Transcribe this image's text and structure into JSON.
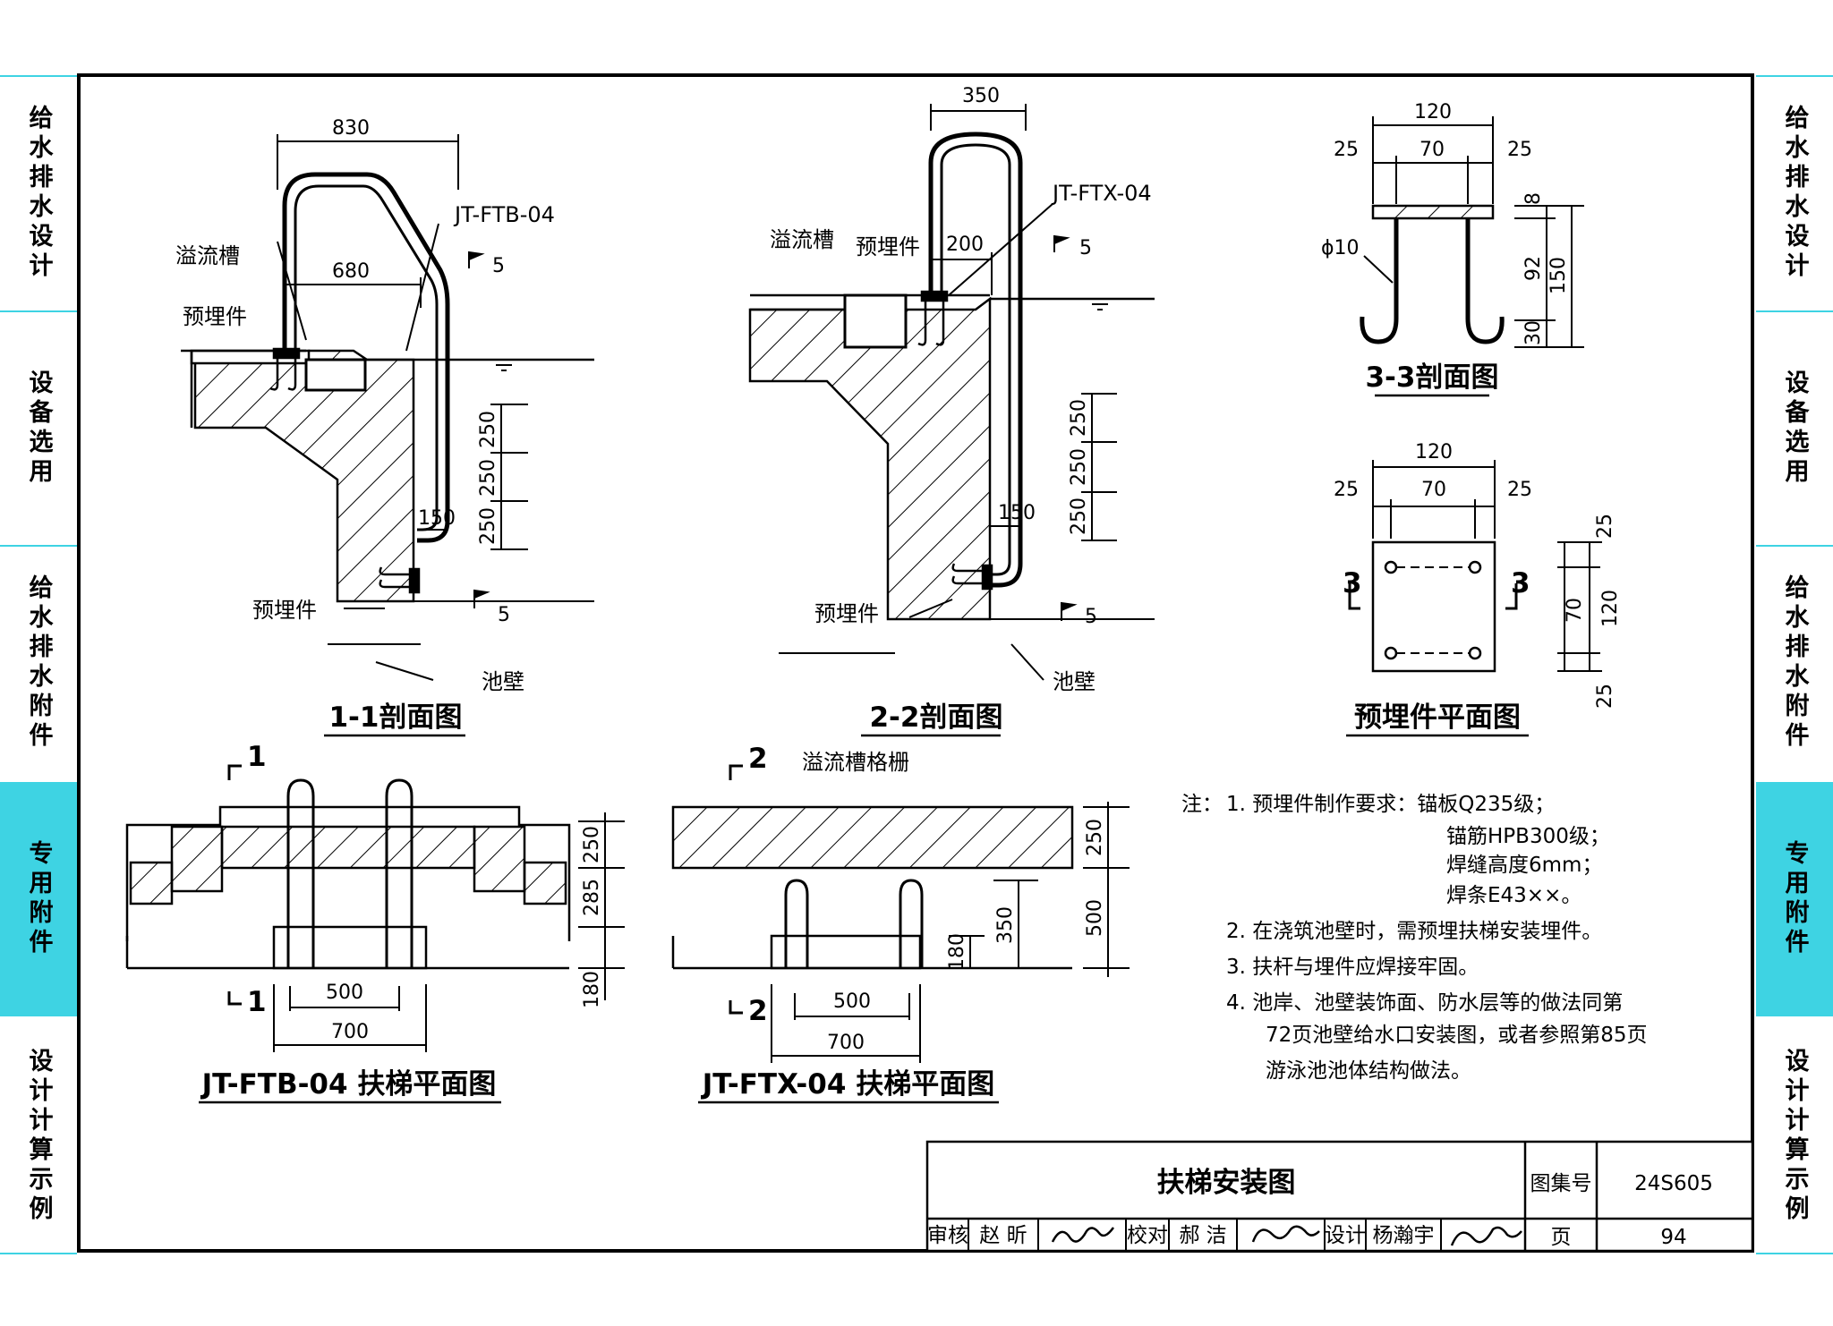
{
  "side_tabs": [
    "给水排水设计",
    "设备选用",
    "给水排水附件",
    "专用附件",
    "设计计算示例"
  ],
  "active_tab": "专用附件",
  "views": {
    "sec11": {
      "title": "1-1剖面图",
      "labels": {
        "overflow": "溢流槽",
        "embed_top": "预埋件",
        "embed_bottom": "预埋件",
        "wall": "池壁",
        "model": "JT-FTB-04"
      },
      "dims": {
        "w830": "830",
        "w680": "680",
        "d150": "150",
        "d250a": "250",
        "d250b": "250",
        "d250c": "250",
        "weld_a": "5",
        "weld_b": "5"
      }
    },
    "sec22": {
      "title": "2-2剖面图",
      "labels": {
        "overflow": "溢流槽",
        "embed_top": "预埋件",
        "embed_bottom": "预埋件",
        "wall": "池壁",
        "model": "JT-FTX-04"
      },
      "dims": {
        "w350": "350",
        "w200": "200",
        "d150": "150",
        "d250a": "250",
        "d250b": "250",
        "d250c": "250",
        "weld_a": "5",
        "weld_b": "5"
      }
    },
    "sec33": {
      "title": "3-3剖面图",
      "dims": {
        "w120": "120",
        "w25l": "25",
        "w70": "70",
        "w25r": "25",
        "d8": "8",
        "d92": "92",
        "d30": "30",
        "d150": "150",
        "phi": "ϕ10"
      }
    },
    "embed_plan": {
      "title": "预埋件平面图",
      "dims": {
        "w120": "120",
        "w25l": "25",
        "w70": "70",
        "w25r": "25",
        "h25t": "25",
        "h70": "70",
        "h120": "120",
        "h25b": "25"
      },
      "section_marks": {
        "left": "3",
        "right": "3"
      }
    },
    "ftb_plan": {
      "title": "JT-FTB-04 扶梯平面图",
      "marks": {
        "top": "1",
        "bottom": "1"
      },
      "dims": {
        "w500": "500",
        "w700": "700",
        "h250": "250",
        "h285": "285",
        "h180": "180"
      }
    },
    "ftx_plan": {
      "title": "JT-FTX-04 扶梯平面图",
      "label_grate": "溢流槽格栅",
      "marks": {
        "top": "2",
        "bottom": "2"
      },
      "dims": {
        "w500": "500",
        "w700": "700",
        "h250": "250",
        "h500": "500",
        "h350": "350",
        "h180": "180"
      }
    }
  },
  "notes": {
    "head": "注：",
    "n1": "1.  预埋件制作要求：锚板Q235级；",
    "n1b": "锚筋HPB300级；",
    "n1c": "焊缝高度6mm；",
    "n1d": "焊条E43××。",
    "n2": "2.  在浇筑池壁时，需预埋扶梯安装埋件。",
    "n3": "3.  扶杆与埋件应焊接牢固。",
    "n4": "4.  池岸、池壁装饰面、防水层等的做法同第",
    "n4b": "72页池壁给水口安装图，或者参照第85页",
    "n4c": "游泳池池体结构做法。"
  },
  "title_block": {
    "drawing_title": "扶梯安装图",
    "atlas_label": "图集号",
    "atlas_no": "24S605",
    "review_label": "审核",
    "reviewer": "赵 昕",
    "check_label": "校对",
    "checker": "郝 洁",
    "design_label": "设计",
    "designer": "杨瀚宇",
    "page_label": "页",
    "page_no": "94"
  }
}
